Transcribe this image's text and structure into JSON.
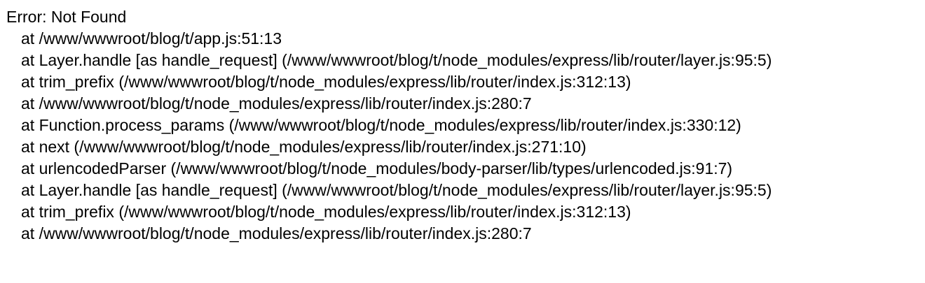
{
  "error": {
    "title": "Error: Not Found",
    "stack": [
      "at /www/wwwroot/blog/t/app.js:51:13",
      "at Layer.handle [as handle_request] (/www/wwwroot/blog/t/node_modules/express/lib/router/layer.js:95:5)",
      "at trim_prefix (/www/wwwroot/blog/t/node_modules/express/lib/router/index.js:312:13)",
      "at /www/wwwroot/blog/t/node_modules/express/lib/router/index.js:280:7",
      "at Function.process_params (/www/wwwroot/blog/t/node_modules/express/lib/router/index.js:330:12)",
      "at next (/www/wwwroot/blog/t/node_modules/express/lib/router/index.js:271:10)",
      "at urlencodedParser (/www/wwwroot/blog/t/node_modules/body-parser/lib/types/urlencoded.js:91:7)",
      "at Layer.handle [as handle_request] (/www/wwwroot/blog/t/node_modules/express/lib/router/layer.js:95:5)",
      "at trim_prefix (/www/wwwroot/blog/t/node_modules/express/lib/router/index.js:312:13)",
      "at /www/wwwroot/blog/t/node_modules/express/lib/router/index.js:280:7"
    ]
  }
}
